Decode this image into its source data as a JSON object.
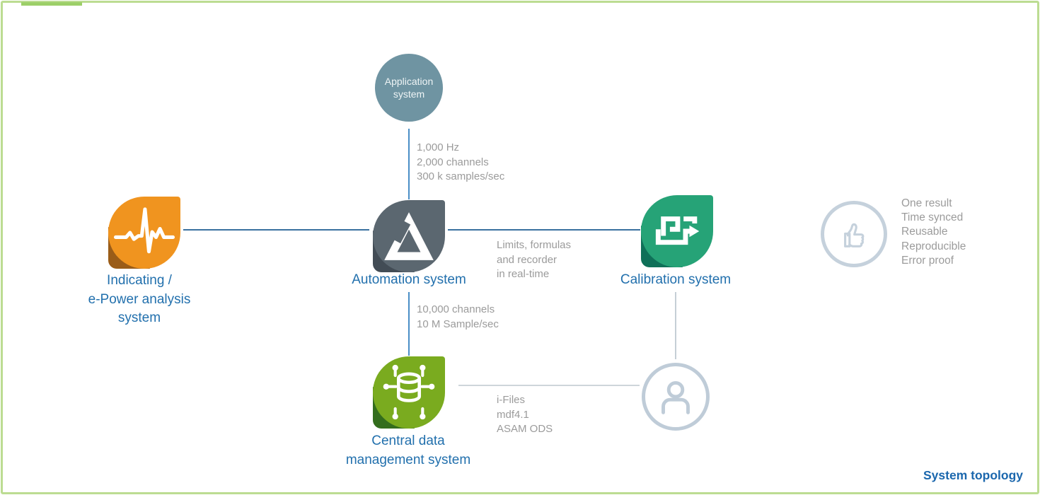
{
  "diagram": {
    "caption": "System topology",
    "nodes": {
      "application": {
        "line1": "Application",
        "line2": "system",
        "color": "#6f94a2"
      },
      "indicating": {
        "line1": "Indicating /",
        "line2": "e-Power analysis",
        "line3": "system",
        "color": "#f0941f",
        "fold_color": "#9a5c18"
      },
      "automation": {
        "label": "Automation system",
        "color": "#5b6770",
        "fold_color": "#424c55"
      },
      "calibration": {
        "label": "Calibration system",
        "color": "#26a377",
        "fold_color": "#0f7058"
      },
      "central_data": {
        "line1": "Central data",
        "line2": "management system",
        "color": "#7aab1f",
        "fold_color": "#336d1d"
      },
      "person": {
        "icon": "person-icon",
        "color": "#bfccd8"
      },
      "benefits": {
        "icon": "thumbs-up-icon",
        "color": "#c5d1dc",
        "items": [
          "One result",
          "Time synced",
          "Reusable",
          "Reproducible",
          "Error proof"
        ]
      }
    },
    "edges": {
      "application_to_automation": [
        "1,000 Hz",
        "2,000 channels",
        "300 k samples/sec"
      ],
      "automation_to_calibration": [
        "Limits, formulas",
        "and recorder",
        "in real-time"
      ],
      "automation_to_central_data": [
        "10,000 channels",
        "10 M Sample/sec"
      ],
      "central_data_to_person": [
        "i-Files",
        "mdf4.1",
        "ASAM ODS"
      ]
    },
    "colors": {
      "label_blue": "#2270ad",
      "caption_blue": "#1b67ad",
      "text_gray": "#9b9b9b",
      "line_blue": "#4a8ec6",
      "line_steel": "#3a719f",
      "line_gray": "#ced5da",
      "border_green": "#bcdc92",
      "accent_green": "#9ccf68"
    }
  }
}
